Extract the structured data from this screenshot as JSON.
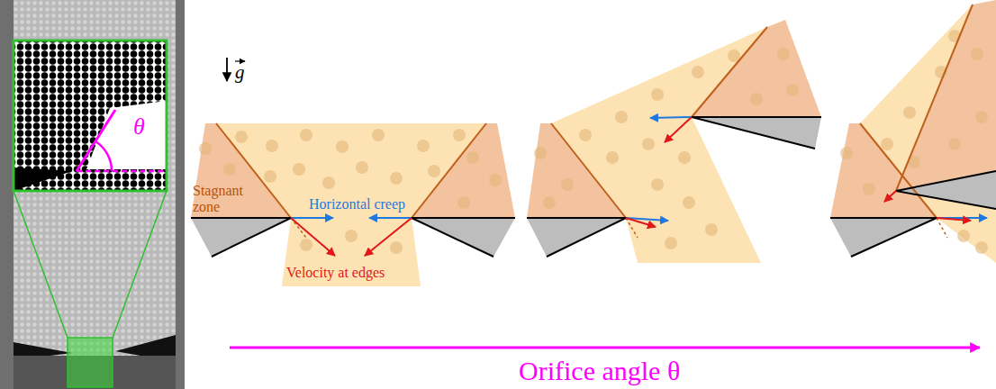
{
  "diagram": {
    "labels": [
      "θ",
      "g",
      "Stagnant zone",
      "Horizontal creep",
      "Velocity at edges",
      "Orifice angle θ"
    ]
  }
}
